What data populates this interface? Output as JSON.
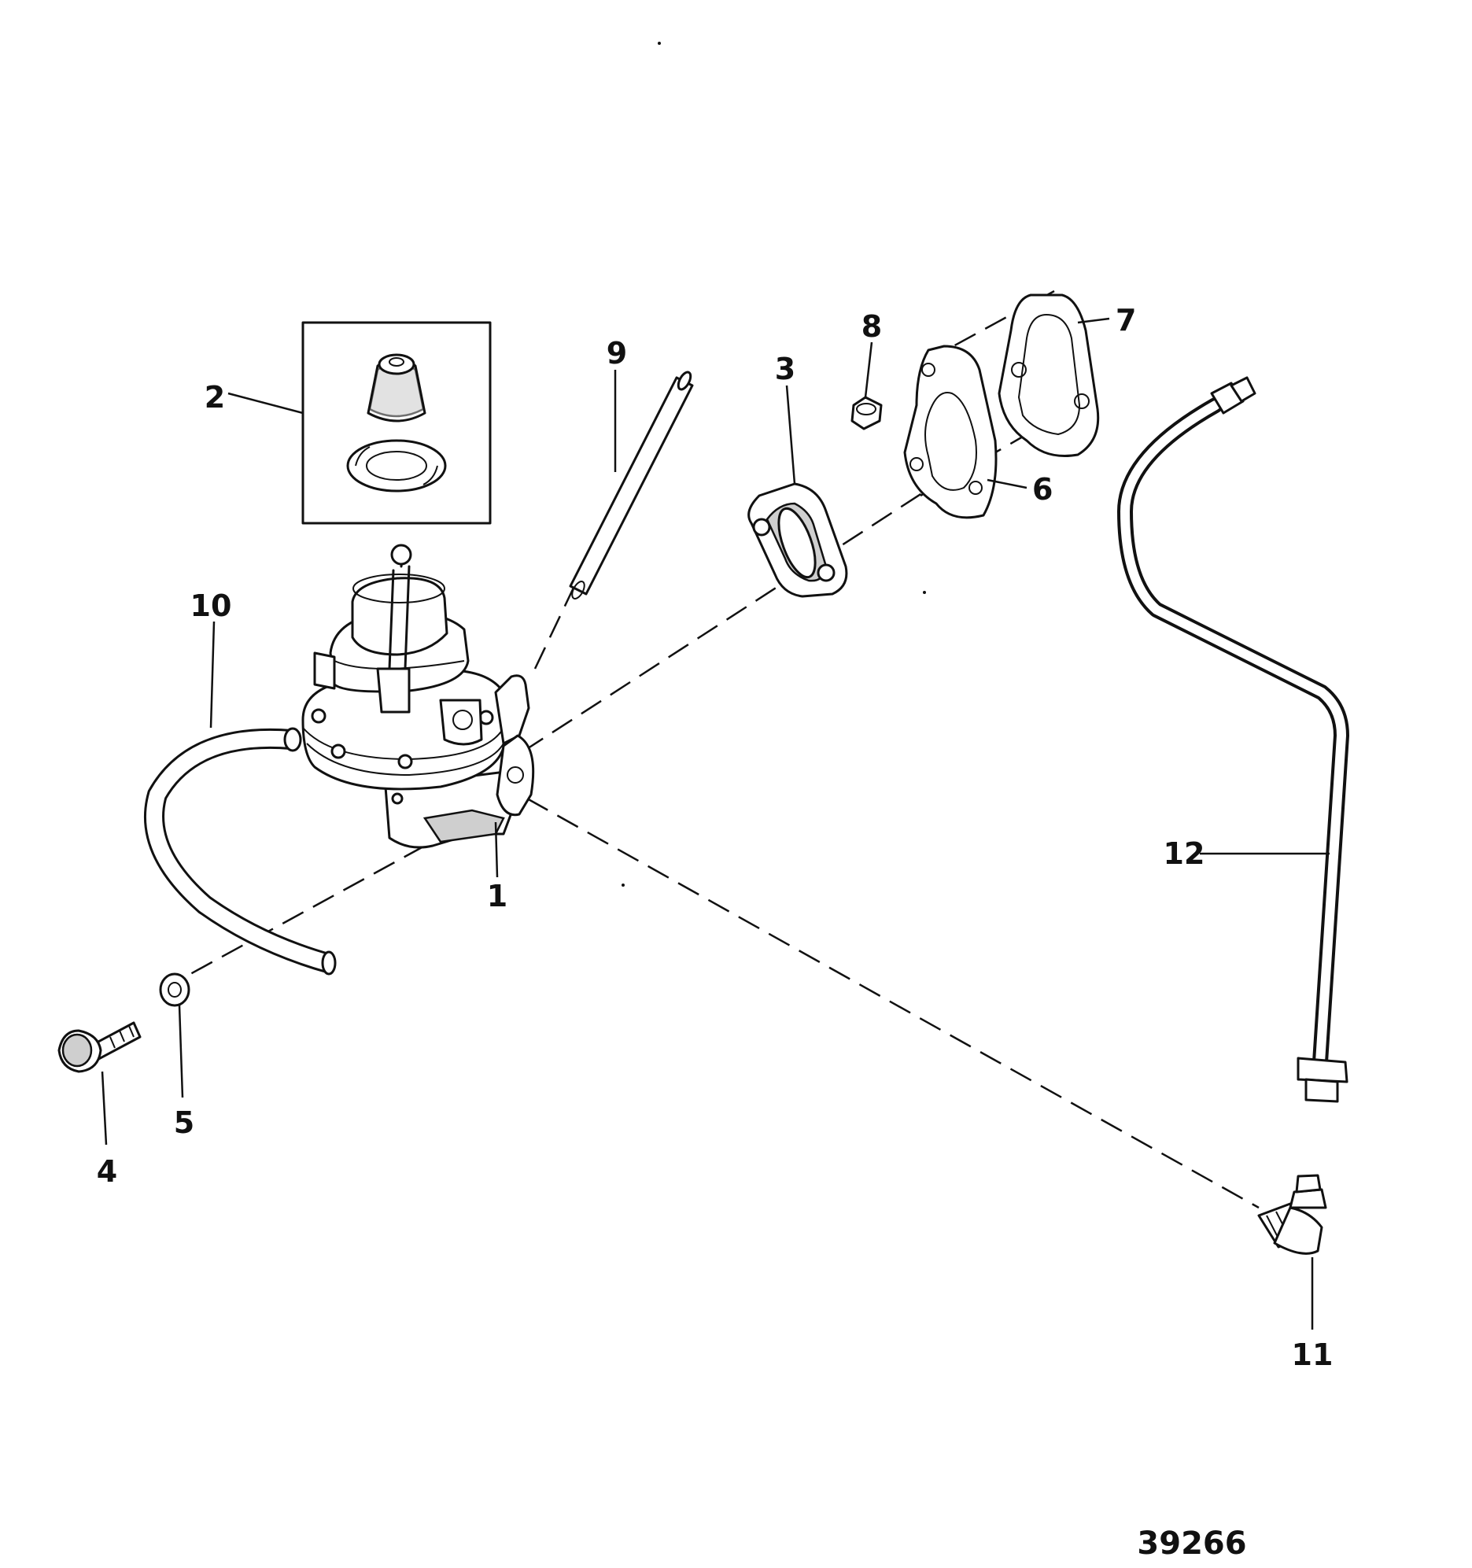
{
  "callouts": [
    {
      "id": "c1",
      "label": "1"
    },
    {
      "id": "c2",
      "label": "2"
    },
    {
      "id": "c3",
      "label": "3"
    },
    {
      "id": "c4",
      "label": "4"
    },
    {
      "id": "c5",
      "label": "5"
    },
    {
      "id": "c6",
      "label": "6"
    },
    {
      "id": "c7",
      "label": "7"
    },
    {
      "id": "c8",
      "label": "8"
    },
    {
      "id": "c9",
      "label": "9"
    },
    {
      "id": "c10",
      "label": "10"
    },
    {
      "id": "c11",
      "label": "11"
    },
    {
      "id": "c12",
      "label": "12"
    }
  ],
  "document_number": "39266",
  "colors": {
    "ink": "#111111",
    "background": "#ffffff",
    "shade": "#cfcfcf"
  }
}
